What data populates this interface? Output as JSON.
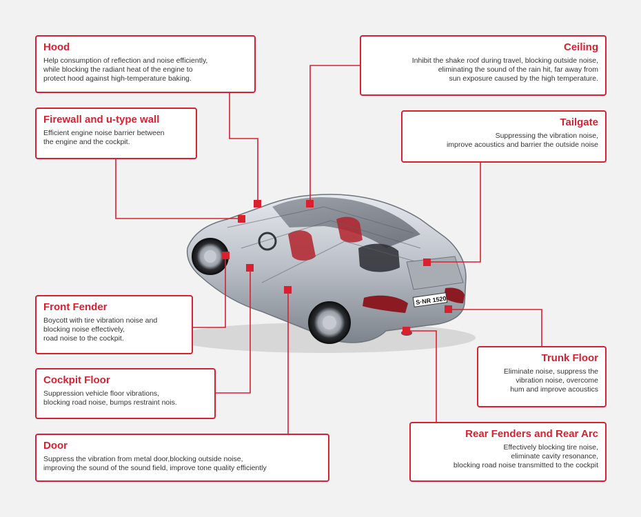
{
  "accent_color": "#d8202e",
  "car": {
    "plate": "S·NR 1520"
  },
  "callouts": {
    "hood": {
      "title": "Hood",
      "text": "Help consumption of reflection and noise efficiently,\nwhile blocking the radiant heat of the engine to\nprotect hood against high-temperature baking."
    },
    "firewall": {
      "title": "Firewall and u-type wall",
      "text": "Efficient engine noise barrier between\nthe engine and the cockpit."
    },
    "ceiling": {
      "title": "Ceiling",
      "text": "Inhibit the shake roof during travel, blocking outside noise,\neliminating the sound of the rain hit, far away from\nsun exposure caused by the high temperature."
    },
    "tailgate": {
      "title": "Tailgate",
      "text": "Suppressing the vibration noise,\nimprove acoustics and barrier the outside noise"
    },
    "front_fender": {
      "title": "Front Fender",
      "text": "Boycott with tire vibration noise and\nblocking noise effectively,\nroad noise to the cockpit."
    },
    "cockpit_floor": {
      "title": "Cockpit Floor",
      "text": "Suppression vehicle floor vibrations,\nblocking road noise, bumps restraint nois."
    },
    "door": {
      "title": "Door",
      "text": "Suppress the vibration from metal door,blocking outside noise,\nimproving the sound of the sound field, improve tone quality efficiently"
    },
    "trunk_floor": {
      "title": "Trunk Floor",
      "text": "Eliminate noise, suppress the\nvibration noise, overcome\nhum and improve acoustics"
    },
    "rear_fenders": {
      "title": "Rear Fenders and Rear Arc",
      "text": "Effectively blocking tire noise,\neliminate cavity resonance,\nblocking road noise transmitted to the cockpit"
    }
  }
}
